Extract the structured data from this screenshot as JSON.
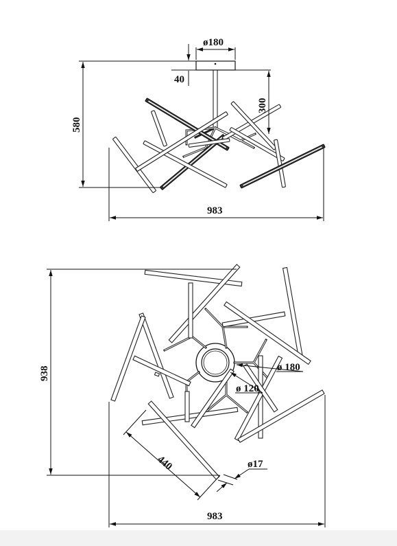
{
  "side_view": {
    "dim_canopy_diameter": "ø180",
    "dim_canopy_height": "40",
    "dim_stem_height": "300",
    "dim_total_height": "580",
    "dim_width": "983"
  },
  "top_view": {
    "dim_depth": "938",
    "dim_width": "983",
    "dim_rod_length": "440",
    "dim_rod_diameter": "ø17",
    "dim_hub_outer": "ø 180",
    "dim_hub_inner": "ø 120"
  },
  "colors": {
    "line": "#111111",
    "background": "#ffffff",
    "footer": "#f2f2f2"
  }
}
